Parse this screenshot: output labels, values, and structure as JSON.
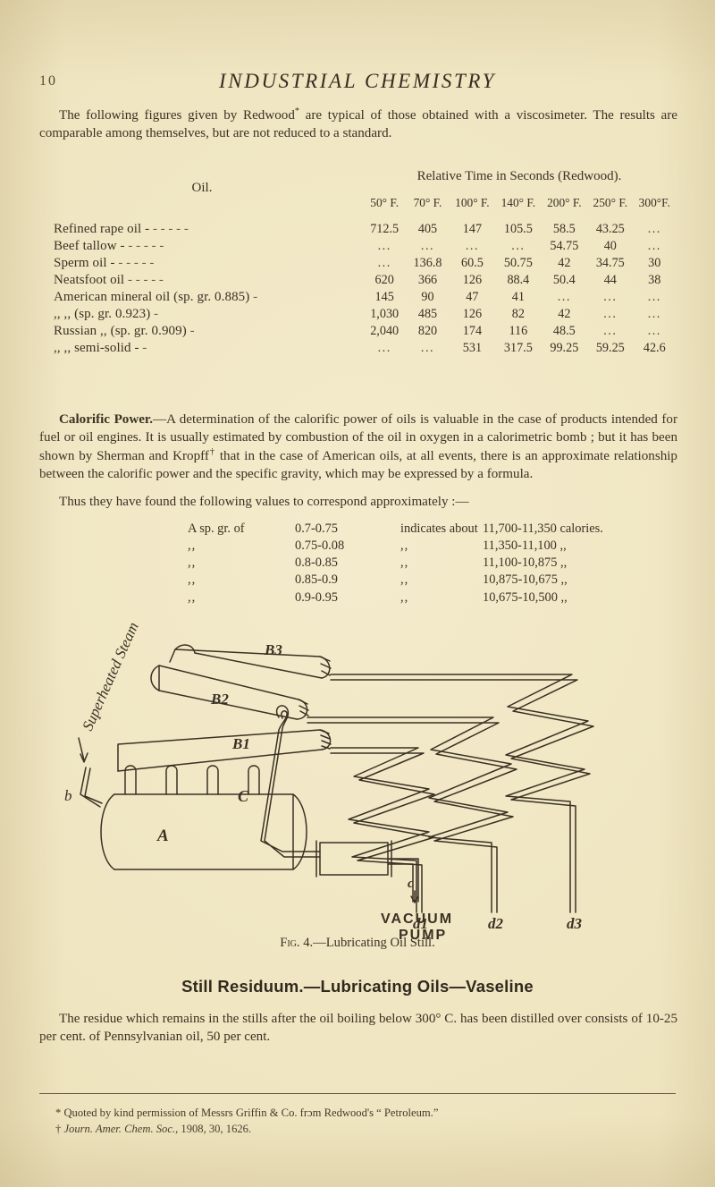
{
  "runhead": {
    "folio": "10",
    "book_title": "INDUSTRIAL CHEMISTRY"
  },
  "intro": {
    "line1": "The following figures given by Redwood",
    "marker": "*",
    "line2": " are typical of those obtained with a viscosimeter. The results are comparable among themselves, but are not reduced to a standard."
  },
  "table": {
    "col_oil_header": "Oil.",
    "group_header": "Relative Time in Seconds (Redwood).",
    "temp_headers": [
      "50° F.",
      "70° F.",
      "100° F.",
      "140° F.",
      "200° F.",
      "250° F.",
      "300°F."
    ],
    "rows": [
      {
        "name": "Refined rape oil -",
        "leader": "-        -        -        -        -",
        "values": [
          "712.5",
          "405",
          "147",
          "105.5",
          "58.5",
          "43.25",
          "..."
        ]
      },
      {
        "name": "Beef tallow -",
        "leader": "-        -        -        -        -",
        "values": [
          "...",
          "...",
          "...",
          "...",
          "54.75",
          "40",
          "..."
        ]
      },
      {
        "name": "Sperm oil  -",
        "leader": "-        -        -        -        -",
        "values": [
          "...",
          "136.8",
          "60.5",
          "50.75",
          "42",
          "34.75",
          "30"
        ]
      },
      {
        "name": "Neatsfoot oil",
        "leader": "-        -        -        -        -",
        "values": [
          "620",
          "366",
          "126",
          "88.4",
          "50.4",
          "44",
          "38"
        ]
      },
      {
        "name": "American mineral oil (sp. gr. 0.885)",
        "leader": "-",
        "values": [
          "145",
          "90",
          "47",
          "41",
          "...",
          "...",
          "..."
        ]
      },
      {
        "name": ",,                ,,                (sp. gr. 0.923)",
        "leader": "-",
        "values": [
          "1,030",
          "485",
          "126",
          "82",
          "42",
          "...",
          "..."
        ]
      },
      {
        "name": "Russian         ,,                (sp. gr. 0.909)",
        "leader": "-",
        "values": [
          "2,040",
          "820",
          "174",
          "116",
          "48.5",
          "...",
          "..."
        ]
      },
      {
        "name": ",,                ,,                semi-solid  -",
        "leader": "-",
        "values": [
          "...",
          "...",
          "531",
          "317.5",
          "99.25",
          "59.25",
          "42.6"
        ]
      }
    ]
  },
  "calorific": {
    "heading": "Calorific Power.",
    "dash": "—",
    "body": "A determination of the calorific power of oils is valuable in the case of products intended for fuel or oil engines.   It is usually estimated by combustion of the oil in oxygen in a calorimetric bomb ; but it has been shown by Sherman and Kropff",
    "marker": "†",
    "body2": " that in the case of American oils, at all events, there is an approximate relationship between the calorific power and the specific gravity, which may be expressed by a formula.",
    "thus": "Thus they have found the following values to correspond approximately :—"
  },
  "sp_list": {
    "rows": [
      {
        "c1": "A sp. gr. of",
        "c2": "0.7-0.75",
        "c3": "indicates about",
        "c4": "11,700-11,350 calories."
      },
      {
        "c1": ",,",
        "c2": "0.75-0.08",
        "c3": ",,",
        "c4": "11,350-11,100    ,,"
      },
      {
        "c1": ",,",
        "c2": "0.8-0.85",
        "c3": ",,",
        "c4": "11,100-10,875    ,,"
      },
      {
        "c1": ",,",
        "c2": "0.85-0.9",
        "c3": ",,",
        "c4": "10,875-10,675    ,,"
      },
      {
        "c1": ",,",
        "c2": "0.9-0.95",
        "c3": ",,",
        "c4": "10,675-10,500    ,,"
      }
    ]
  },
  "figure": {
    "labels": {
      "superheated_steam": "Superheated Steam",
      "b": "b",
      "b1": "B1",
      "b2": "B2",
      "b3": "B3",
      "a": "A",
      "c_still": "C",
      "c_pipe": "c",
      "c_pump": "c",
      "d1": "d1",
      "d2": "d2",
      "d3": "d3",
      "vacuum": "VACUUM",
      "pump": "PUMP"
    },
    "caption_fig": "Fig. 4.",
    "caption_text": "—Lubricating Oil Still."
  },
  "section": {
    "heading": "Still Residuum.—Lubricating Oils—Vaseline",
    "body": "The residue which remains in the stills after the oil boiling below 300° C. has been distilled over consists of 10-25 per cent. of Pennsylvanian oil, 50 per cent."
  },
  "footnotes": {
    "one_marker": "*",
    "one": " Quoted by kind permission of Messrs Griffin & Co. frɔm Redwood's “ Petroleum.”",
    "two_marker": "†",
    "two_italic": "Journ. Amer. Chem. Soc.,",
    "two_rest": " 1908, 30, 1626."
  },
  "colors": {
    "paper": "#f0e6c3",
    "ink": "#3a3124",
    "rule": "#6a5c48"
  }
}
